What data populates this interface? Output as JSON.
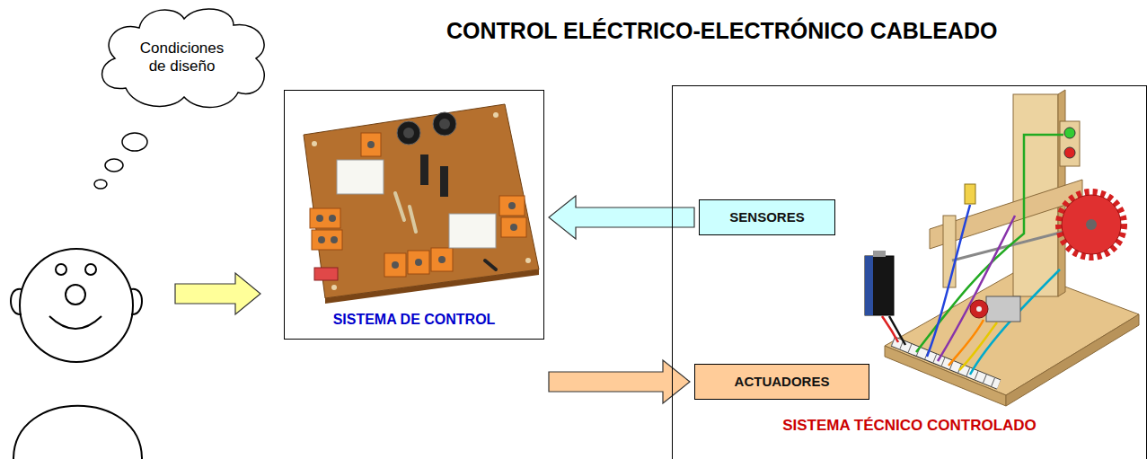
{
  "diagram": {
    "title": "CONTROL ELÉCTRICO-ELECTRÓNICO CABLEADO",
    "nodes": [
      {
        "text": [
          "Condiciones de diseño"
        ]
      },
      {
        "text": [
          "SISTEMA DE CONTROL"
        ]
      },
      {
        "text": [
          "SISTEMA TÉCNICO CONTROLADO"
        ]
      },
      {
        "text": [
          "SENSORES"
        ],
        "in": 2
      },
      {
        "text": [
          "ACTUADORES"
        ],
        "in": 2
      }
    ],
    "edges": [
      {
        "from": 3,
        "to": 1,
        "arrow": "to"
      },
      {
        "from": 1,
        "to": 4,
        "arrow": "to"
      }
    ]
  }
}
